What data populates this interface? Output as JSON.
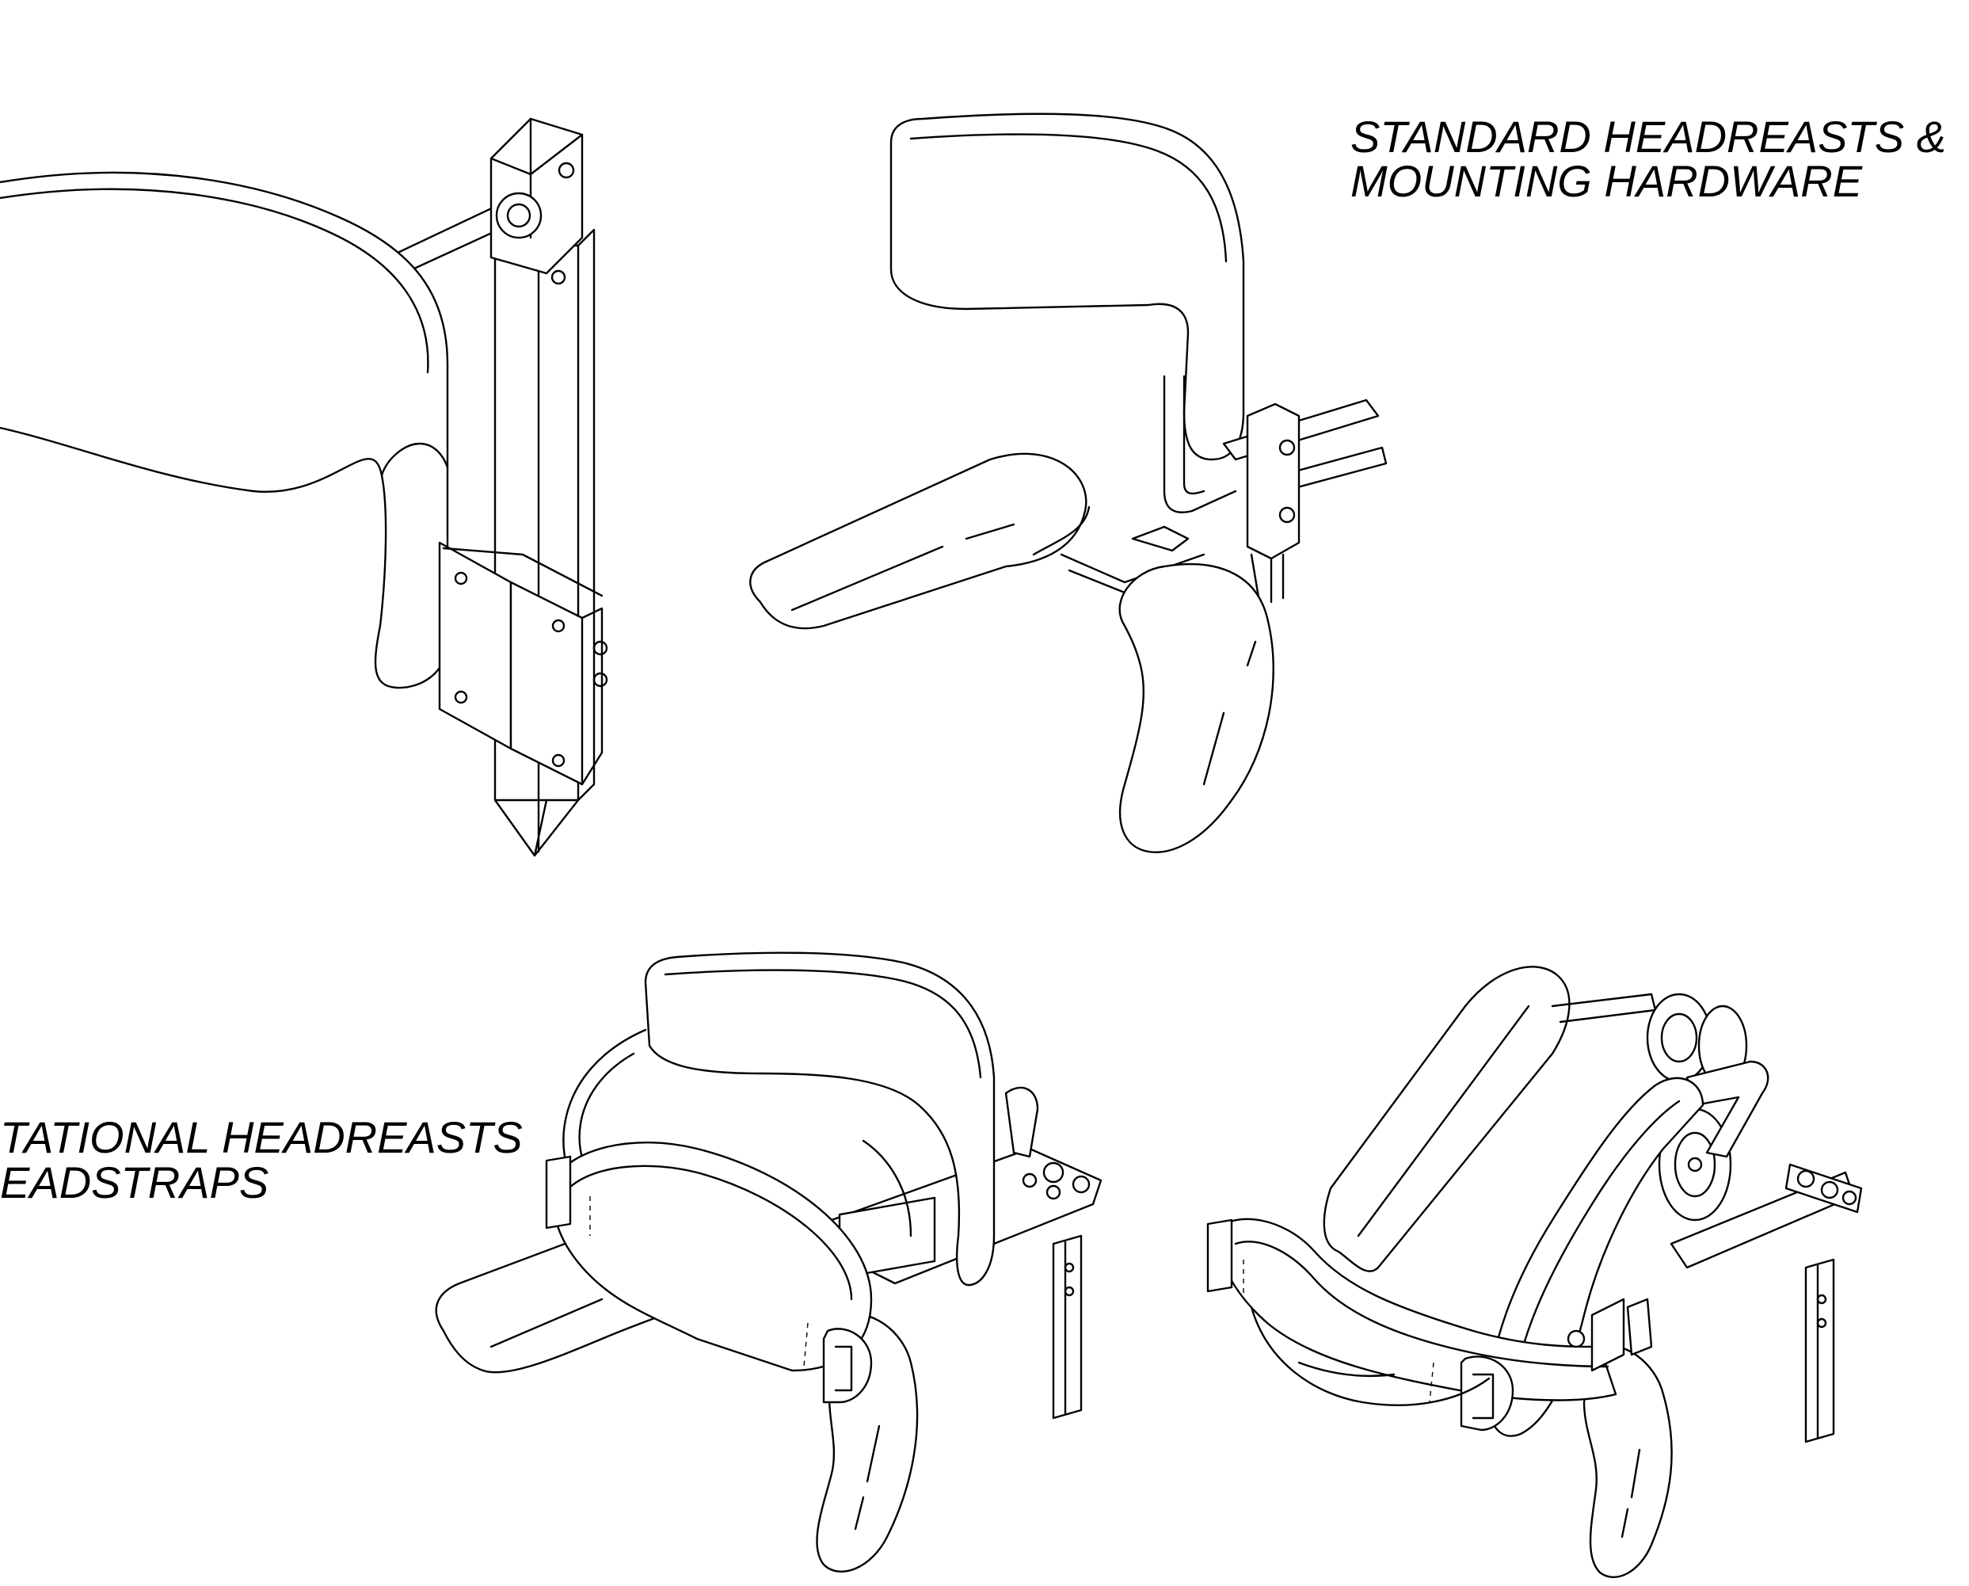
{
  "labels": {
    "standard_line1": "STANDARD HEADREASTS &",
    "standard_line2": "MOUNTING HARDWARE",
    "rotational_line1": "TATIONAL HEADREASTS",
    "rotational_line2": "EADSTRAPS"
  },
  "colors": {
    "ink": "#000000",
    "paper": "#ffffff"
  }
}
